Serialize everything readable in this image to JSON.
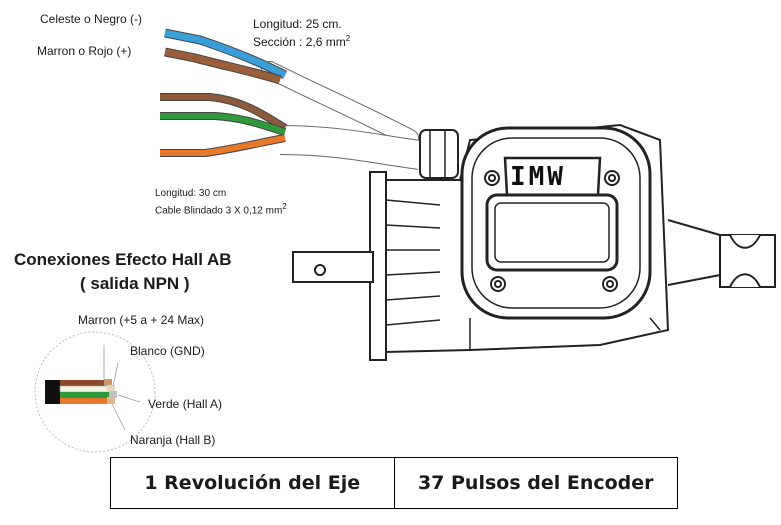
{
  "top_cable": {
    "wire_neg_label": "Celeste o Negro (-)",
    "wire_pos_label": "Marron o Rojo (+)",
    "length": "Longitud: 25 cm.",
    "section": "Sección :  2,6 mm",
    "section_exp": "2"
  },
  "mid_cable": {
    "length": "Longitud: 30 cm",
    "spec": "Cable Blindado 3 X 0,12 mm",
    "spec_exp": "2"
  },
  "device": {
    "brand": "IMW"
  },
  "hall": {
    "title": "Conexiones Efecto Hall AB",
    "subtitle": "( salida NPN )",
    "wires": [
      {
        "label": "Marron (+5 a + 24 Max)",
        "color": "#8b4a2b"
      },
      {
        "label": "Blanco (GND)",
        "color": "#f4f1e6"
      },
      {
        "label": "Verde (Hall A)",
        "color": "#2f9a3c"
      },
      {
        "label": "Naranja (Hall B)",
        "color": "#e8782c"
      }
    ]
  },
  "footer": {
    "left": "1 Revolución del Eje",
    "right": "37 Pulsos del Encoder"
  }
}
